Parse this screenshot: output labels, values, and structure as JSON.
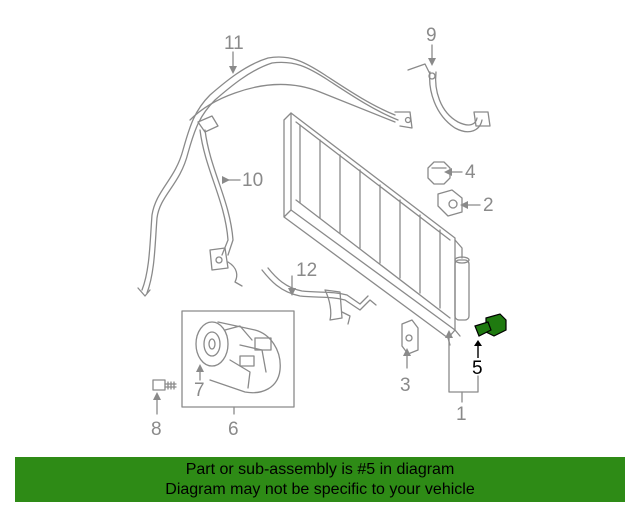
{
  "diagram": {
    "callouts": [
      {
        "id": "1",
        "label": "1"
      },
      {
        "id": "2",
        "label": "2"
      },
      {
        "id": "3",
        "label": "3"
      },
      {
        "id": "4",
        "label": "4"
      },
      {
        "id": "5",
        "label": "5",
        "highlighted": true
      },
      {
        "id": "6",
        "label": "6"
      },
      {
        "id": "7",
        "label": "7"
      },
      {
        "id": "8",
        "label": "8"
      },
      {
        "id": "9",
        "label": "9"
      },
      {
        "id": "10",
        "label": "10"
      },
      {
        "id": "11",
        "label": "11"
      },
      {
        "id": "12",
        "label": "12"
      }
    ],
    "line_color": "#8a8a8a",
    "highlight_color": "#1f7a10"
  },
  "banner": {
    "line1": "Part or sub-assembly is #5 in diagram",
    "line2": "Diagram may not be specific to your vehicle",
    "background": "#2e8b16"
  }
}
